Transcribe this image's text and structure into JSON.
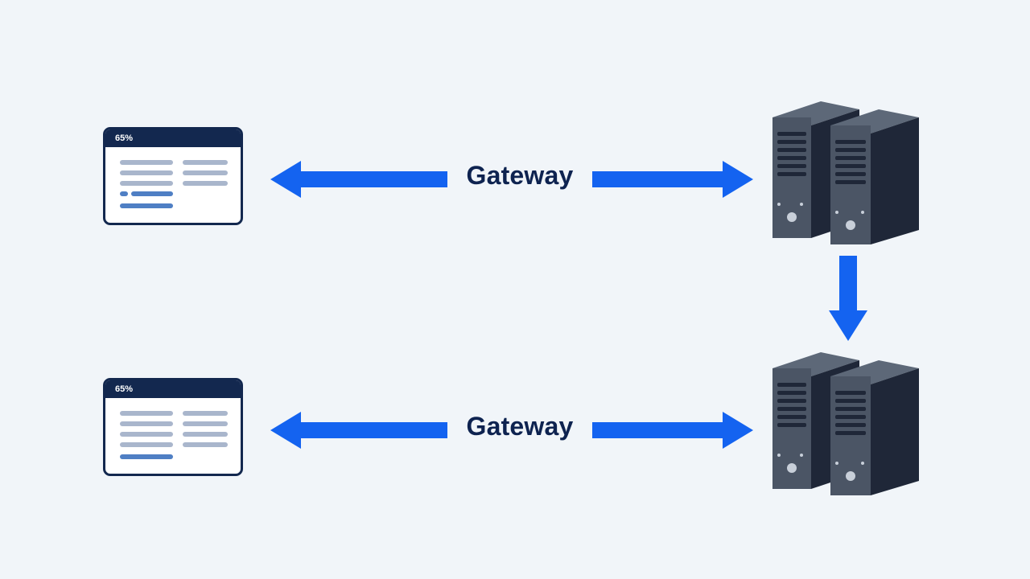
{
  "flows": [
    {
      "client": {
        "percent": "65%",
        "progress": 0.12
      },
      "gateway_label": "Gateway"
    },
    {
      "client": {
        "percent": "65%",
        "progress": 0.0
      },
      "gateway_label": "Gateway"
    }
  ],
  "colors": {
    "background": "#f1f5f9",
    "arrow": "#1463f0",
    "navy": "#13284f",
    "server_front": "#4b5565",
    "server_dark": "#1f2738"
  },
  "icons": {
    "client": "browser-window-icon",
    "server": "server-rack-icon",
    "arrow": "double-arrow-icon"
  }
}
